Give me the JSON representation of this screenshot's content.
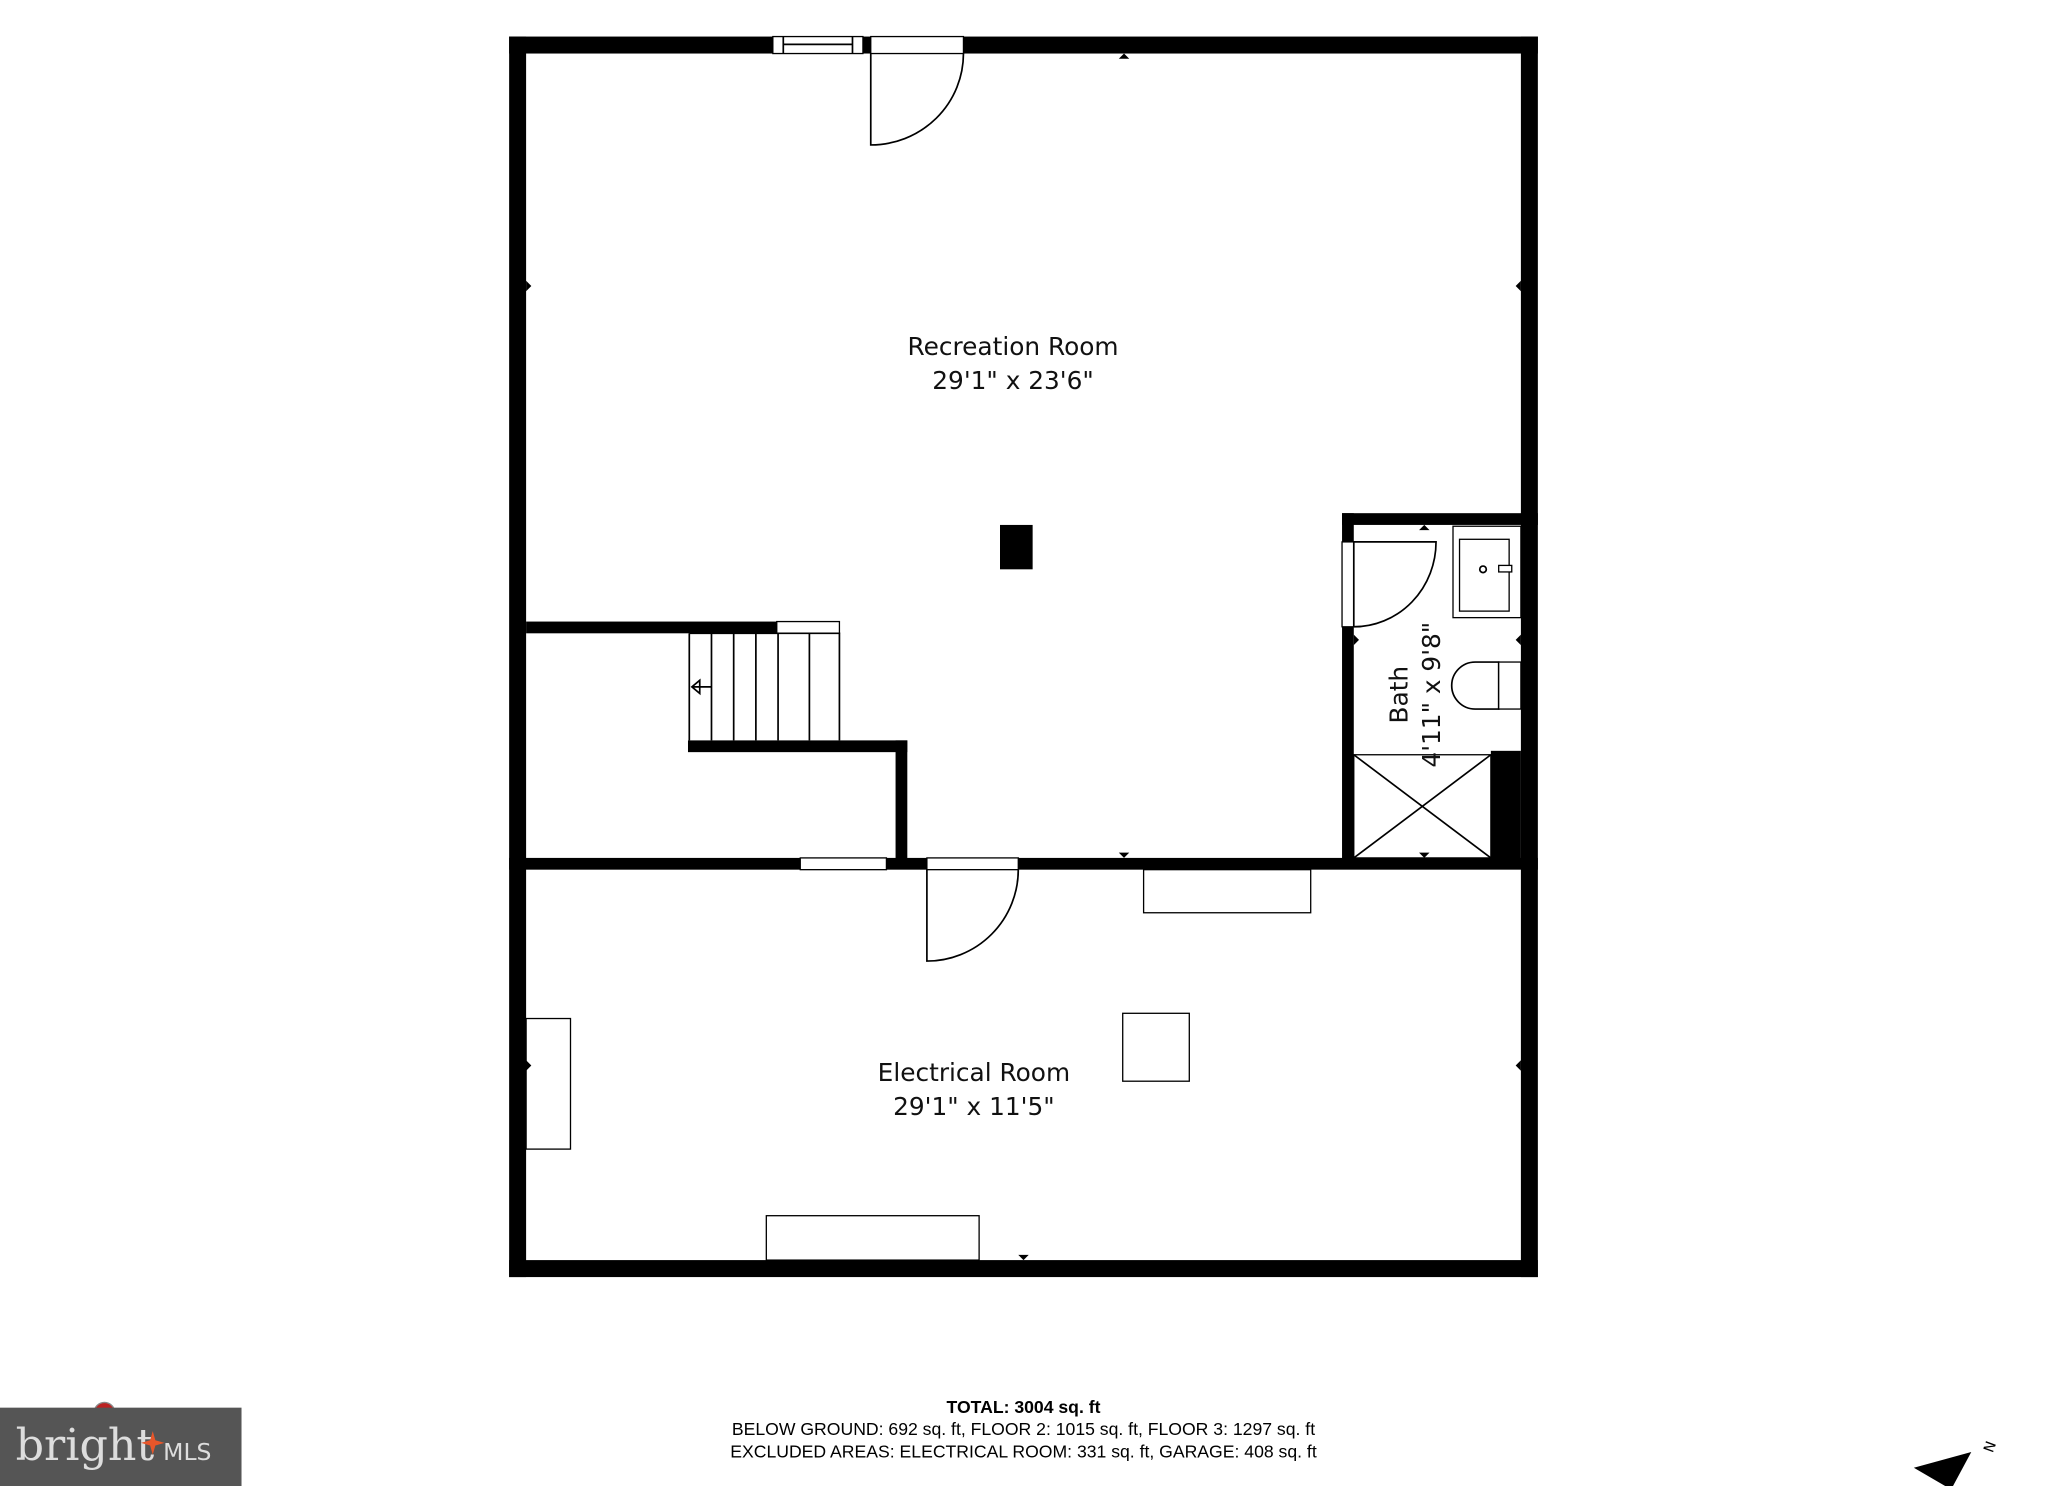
{
  "rooms": [
    {
      "name": "Recreation Room",
      "size": "29'1\" x 23'6\""
    },
    {
      "name": "Electrical Room",
      "size": "29'1\" x 11'5\""
    },
    {
      "name": "Bath",
      "size": "4'11\" x 9'8\""
    }
  ],
  "footer": {
    "total": "TOTAL: 3004 sq. ft",
    "floors": "BELOW GROUND: 692 sq. ft, FLOOR 2: 1015 sq. ft, FLOOR 3: 1297 sq. ft",
    "excluded": "EXCLUDED AREAS: ELECTRICAL ROOM: 331 sq. ft, GARAGE: 408 sq. ft"
  },
  "logo": {
    "text": "bright MLS",
    "accent": "#e8562a",
    "background": "#555555"
  },
  "compass": {
    "label": "N",
    "icon": "north-arrow-icon"
  },
  "colors": {
    "wall": "#000000",
    "background": "#ffffff"
  }
}
